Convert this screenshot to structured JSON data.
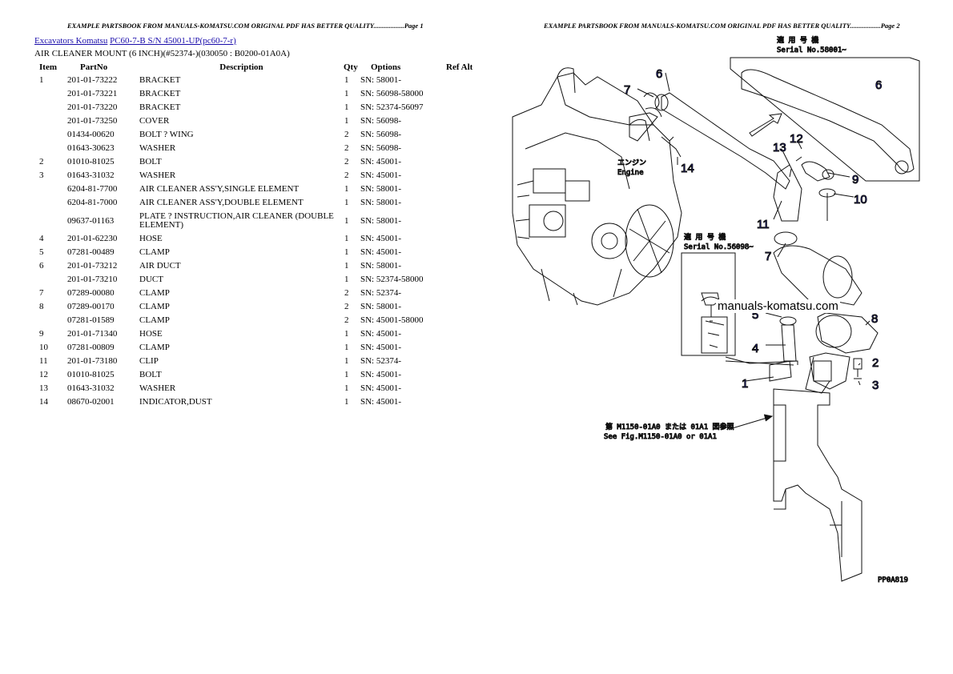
{
  "header": {
    "page1": "EXAMPLE PARTSBOOK FROM MANUALS-KOMATSU.COM ORIGINAL PDF HAS BETTER QUALITY..................Page 1",
    "page2": "EXAMPLE PARTSBOOK FROM MANUALS-KOMATSU.COM ORIGINAL PDF HAS BETTER QUALITY..................Page 2"
  },
  "breadcrumb": {
    "link1": "Excavators Komatsu",
    "link2": "PC60-7-B S/N 45001-UP(pc60-7-r)"
  },
  "subtitle": "AIR CLEANER MOUNT (6 INCH)(#52374-)(030050 : B0200-01A0A)",
  "columns": [
    "Item",
    "PartNo",
    "Description",
    "Qty",
    "Options",
    "Ref Alt"
  ],
  "rows": [
    {
      "item": "1",
      "part": "201-01-73222",
      "desc": "BRACKET",
      "qty": "1",
      "opt": "SN: 58001-",
      "ref": ""
    },
    {
      "item": "",
      "part": "201-01-73221",
      "desc": "BRACKET",
      "qty": "1",
      "opt": "SN: 56098-58000",
      "ref": ""
    },
    {
      "item": "",
      "part": "201-01-73220",
      "desc": "BRACKET",
      "qty": "1",
      "opt": "SN: 52374-56097",
      "ref": ""
    },
    {
      "item": "",
      "part": "201-01-73250",
      "desc": "COVER",
      "qty": "1",
      "opt": "SN: 56098-",
      "ref": ""
    },
    {
      "item": "",
      "part": "01434-00620",
      "desc": "BOLT ? WING",
      "qty": "2",
      "opt": "SN: 56098-",
      "ref": ""
    },
    {
      "item": "",
      "part": "01643-30623",
      "desc": "WASHER",
      "qty": "2",
      "opt": "SN: 56098-",
      "ref": ""
    },
    {
      "item": "2",
      "part": "01010-81025",
      "desc": "BOLT",
      "qty": "2",
      "opt": "SN: 45001-",
      "ref": ""
    },
    {
      "item": "3",
      "part": "01643-31032",
      "desc": "WASHER",
      "qty": "2",
      "opt": "SN: 45001-",
      "ref": ""
    },
    {
      "item": "",
      "part": "6204-81-7700",
      "desc": "AIR CLEANER ASS'Y,SINGLE ELEMENT",
      "qty": "1",
      "opt": "SN: 58001-",
      "ref": ""
    },
    {
      "item": "",
      "part": "6204-81-7000",
      "desc": "AIR CLEANER ASS'Y,DOUBLE ELEMENT",
      "qty": "1",
      "opt": "SN: 58001-",
      "ref": ""
    },
    {
      "item": "",
      "part": "09637-01163",
      "desc": "PLATE ? INSTRUCTION,AIR CLEANER (DOUBLE ELEMENT)",
      "qty": "1",
      "opt": "SN: 58001-",
      "ref": ""
    },
    {
      "item": "4",
      "part": "201-01-62230",
      "desc": "HOSE",
      "qty": "1",
      "opt": "SN: 45001-",
      "ref": ""
    },
    {
      "item": "5",
      "part": "07281-00489",
      "desc": "CLAMP",
      "qty": "1",
      "opt": "SN: 45001-",
      "ref": ""
    },
    {
      "item": "6",
      "part": "201-01-73212",
      "desc": "AIR DUCT",
      "qty": "1",
      "opt": "SN: 58001-",
      "ref": ""
    },
    {
      "item": "",
      "part": "201-01-73210",
      "desc": "DUCT",
      "qty": "1",
      "opt": "SN: 52374-58000",
      "ref": ""
    },
    {
      "item": "7",
      "part": "07289-00080",
      "desc": "CLAMP",
      "qty": "2",
      "opt": "SN: 52374-",
      "ref": ""
    },
    {
      "item": "8",
      "part": "07289-00170",
      "desc": "CLAMP",
      "qty": "2",
      "opt": "SN: 58001-",
      "ref": ""
    },
    {
      "item": "",
      "part": "07281-01589",
      "desc": "CLAMP",
      "qty": "2",
      "opt": "SN: 45001-58000",
      "ref": ""
    },
    {
      "item": "9",
      "part": "201-01-71340",
      "desc": "HOSE",
      "qty": "1",
      "opt": "SN: 45001-",
      "ref": ""
    },
    {
      "item": "10",
      "part": "07281-00809",
      "desc": "CLAMP",
      "qty": "1",
      "opt": "SN: 45001-",
      "ref": ""
    },
    {
      "item": "11",
      "part": "201-01-73180",
      "desc": "CLIP",
      "qty": "1",
      "opt": "SN: 52374-",
      "ref": ""
    },
    {
      "item": "12",
      "part": "01010-81025",
      "desc": "BOLT",
      "qty": "1",
      "opt": "SN: 45001-",
      "ref": ""
    },
    {
      "item": "13",
      "part": "01643-31032",
      "desc": "WASHER",
      "qty": "1",
      "opt": "SN: 45001-",
      "ref": ""
    },
    {
      "item": "14",
      "part": "08670-02001",
      "desc": "INDICATOR,DUST",
      "qty": "1",
      "opt": "SN: 45001-",
      "ref": ""
    }
  ],
  "diagram": {
    "callouts": [
      "1",
      "2",
      "3",
      "4",
      "5",
      "6",
      "6",
      "7",
      "7",
      "8",
      "9",
      "10",
      "11",
      "12",
      "13",
      "14"
    ],
    "serial_top_jp": "適 用 号 機",
    "serial_top": "Serial No.58001~",
    "serial_mid_jp": "適 用 号 機",
    "serial_mid": "Serial No.56098~",
    "engine_jp": "エンジン",
    "engine": "Engine",
    "ref_jp": "第 M1150-01A0 または 01A1 図参照",
    "ref_en": "See Fig.M1150-01A0 or 01A1",
    "code": "PP0A819",
    "watermark": "manuals-komatsu.com"
  }
}
